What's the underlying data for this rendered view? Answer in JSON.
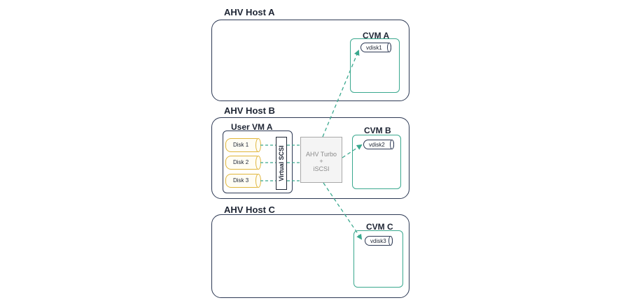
{
  "hosts": {
    "a": {
      "title": "AHV Host A",
      "cvm": {
        "title": "CVM A",
        "vdisk": "vdisk1"
      }
    },
    "b": {
      "title": "AHV Host B",
      "user_vm": {
        "title": "User VM A",
        "disks": [
          "Disk 1",
          "Disk 2",
          "Disk 3"
        ],
        "controller": "Virtual SCSI"
      },
      "turbo": {
        "line1": "AHV Turbo",
        "line2": "+",
        "line3": "iSCSI"
      },
      "cvm": {
        "title": "CVM B",
        "vdisk": "vdisk2"
      }
    },
    "c": {
      "title": "AHV Host C",
      "cvm": {
        "title": "CVM C",
        "vdisk": "vdisk3"
      }
    }
  },
  "colors": {
    "host_border": "#2d3954",
    "cvm_border": "#3aa88e",
    "disk_border": "#e0b53a",
    "link_color": "#3aa88e"
  }
}
